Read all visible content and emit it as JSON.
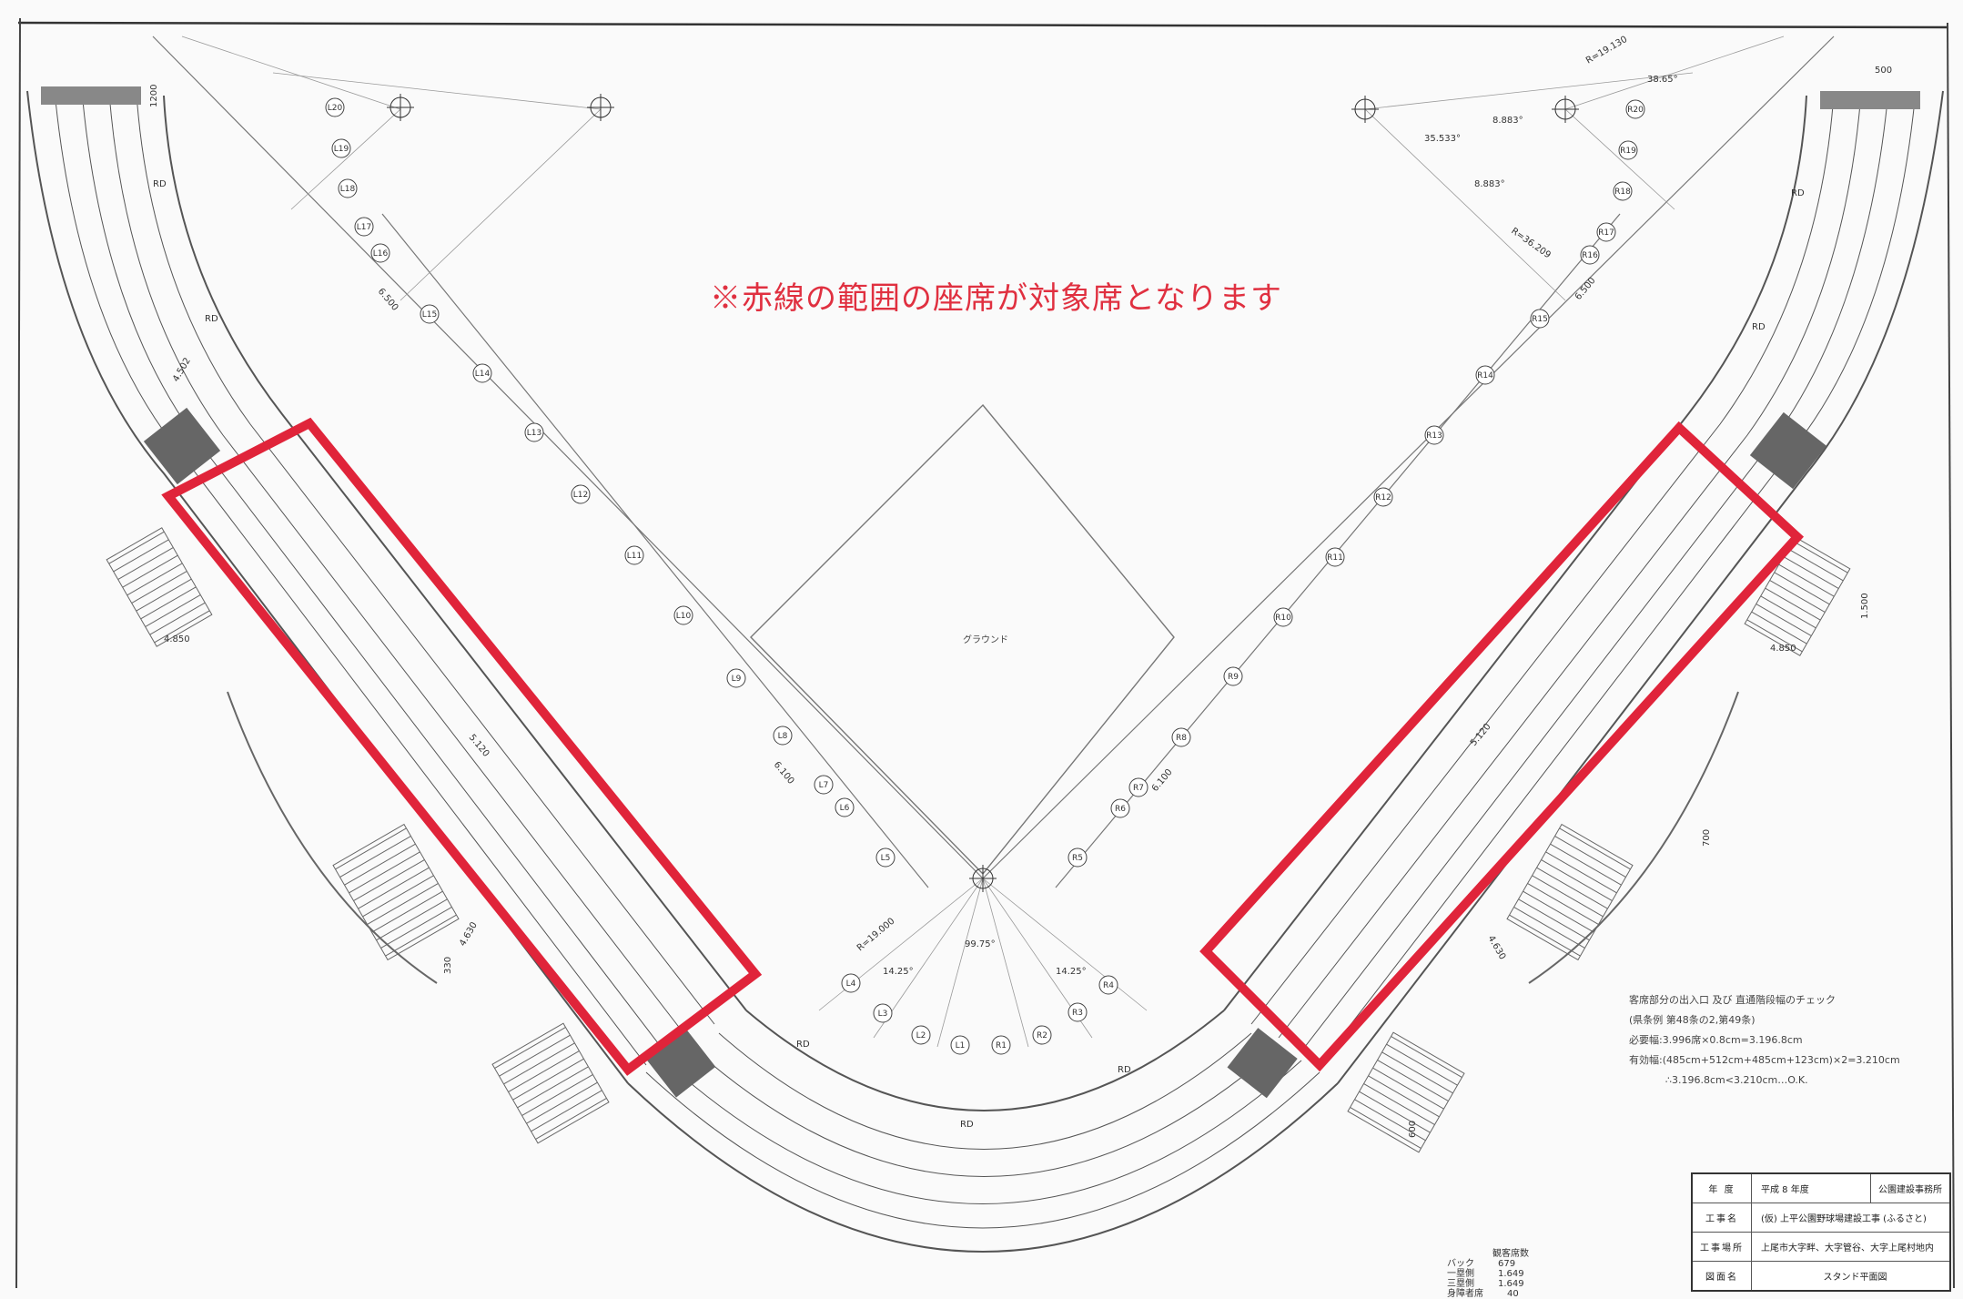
{
  "notice": "※赤線の範囲の座席が対象席となります",
  "ground_label": "グラウンド",
  "colors": {
    "highlight": "#e0243a",
    "line": "#555555",
    "notice": "#e03040"
  },
  "left_markers": [
    "L20",
    "L19",
    "L18",
    "L17",
    "L16",
    "L15",
    "L14",
    "L13",
    "L12",
    "L11",
    "L10",
    "L9",
    "L8",
    "L7",
    "L6",
    "L5",
    "L4",
    "L3",
    "L2",
    "L1"
  ],
  "right_markers": [
    "R20",
    "R19",
    "R18",
    "R17",
    "R16",
    "R15",
    "R14",
    "R13",
    "R12",
    "R11",
    "R10",
    "R9",
    "R8",
    "R7",
    "R6",
    "R5",
    "R4",
    "R3",
    "R2",
    "R1"
  ],
  "dimensions": {
    "angle_home": "99.75°",
    "radius_home": "R=19.000",
    "angle_small_1": "14.25°",
    "angle_small_2": "14.25°",
    "radius_right": "R=19.130",
    "radius_right_2": "R=36.209",
    "angle_right": "38.65°",
    "angle_right_2": "35.533°",
    "angle_right_3": "8.883°",
    "angle_right_4": "8.883°",
    "d_6500": "6.500",
    "d_6100": "6.100",
    "d_600": "600",
    "d_4850": "4.850",
    "d_5120": "5.120",
    "d_4630": "4.630",
    "d_4502": "4.502",
    "d_330": "330",
    "d_1200": "1200",
    "d_500": "500",
    "d_700": "700",
    "d_1500": "1.500",
    "rd": "RD"
  },
  "check_note": {
    "title": "客席部分の出入口 及び 直通階段幅のチェック",
    "line1": "(県条例 第48条の2,第49条)",
    "line2": "必要幅:3.996席×0.8cm=3.196.8cm",
    "line3": "有効幅:(485cm+512cm+485cm+123cm)×2=3.210cm",
    "line4": "∴3.196.8cm<3.210cm…O.K."
  },
  "title_block": {
    "year_label": "年 度",
    "year_value": "平成 8 年度",
    "office": "公園建設事務所",
    "project_label": "工事名",
    "project_value": "(仮) 上平公園野球場建設工事 (ふるさと)",
    "site_label": "工事場所",
    "site_value": "上尾市大字畔、大字管谷、大字上尾村地内",
    "drawing_label": "図面名",
    "drawing_value": "スタンド平面図"
  },
  "capacity": {
    "title": "観客席数",
    "rows": [
      {
        "label": "バック",
        "value": "679"
      },
      {
        "label": "一塁側",
        "value": "1.649"
      },
      {
        "label": "三塁側",
        "value": "1.649"
      },
      {
        "label": "身障者席",
        "value": "40"
      }
    ]
  }
}
